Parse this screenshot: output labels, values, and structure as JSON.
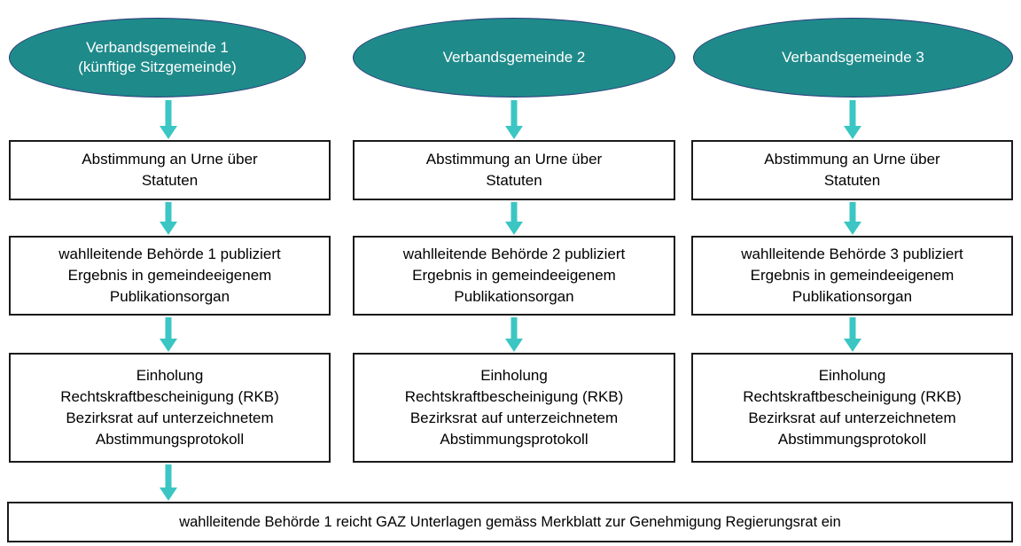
{
  "diagram": {
    "title": "Verbandsgemeinde Abstimmungsprozess",
    "colors": {
      "ellipse_fill": "#1f8a8a",
      "ellipse_border": "#2b3a7a",
      "ellipse_text": "#ffffff",
      "box_border": "#1a1a1a",
      "box_fill": "#ffffff",
      "box_text": "#000000",
      "arrow": "#3bc6c3",
      "background": "#ffffff"
    },
    "columns": [
      {
        "id": "col-1",
        "start": {
          "label": "Verbandsgemeinde 1\n(künftige Sitzgemeinde)"
        },
        "steps": [
          {
            "label": "Abstimmung an Urne über\nStatuten"
          },
          {
            "label": "wahlleitende Behörde 1 publiziert\nErgebnis in gemeindeeigenem\nPublikationsorgan"
          },
          {
            "label": "Einholung\nRechtskraftbescheinigung (RKB)\nBezirksrat auf unterzeichnetem\nAbstimmungsprotokoll"
          }
        ]
      },
      {
        "id": "col-2",
        "start": {
          "label": "Verbandsgemeinde 2"
        },
        "steps": [
          {
            "label": "Abstimmung an Urne über\nStatuten"
          },
          {
            "label": "wahlleitende Behörde 2 publiziert\nErgebnis in gemeindeeigenem\nPublikationsorgan"
          },
          {
            "label": "Einholung\nRechtskraftbescheinigung (RKB)\nBezirksrat auf unterzeichnetem\nAbstimmungsprotokoll"
          }
        ]
      },
      {
        "id": "col-3",
        "start": {
          "label": "Verbandsgemeinde 3"
        },
        "steps": [
          {
            "label": "Abstimmung an Urne über\nStatuten"
          },
          {
            "label": "wahlleitende Behörde 3 publiziert\nErgebnis in gemeindeeigenem\nPublikationsorgan"
          },
          {
            "label": "Einholung\nRechtskraftbescheinigung (RKB)\nBezirksrat auf unterzeichnetem\nAbstimmungsprotokoll"
          }
        ]
      }
    ],
    "final_step": {
      "label": "wahlleitende Behörde 1 reicht GAZ Unterlagen gemäss Merkblatt zur Genehmigung Regierungsrat ein"
    }
  }
}
